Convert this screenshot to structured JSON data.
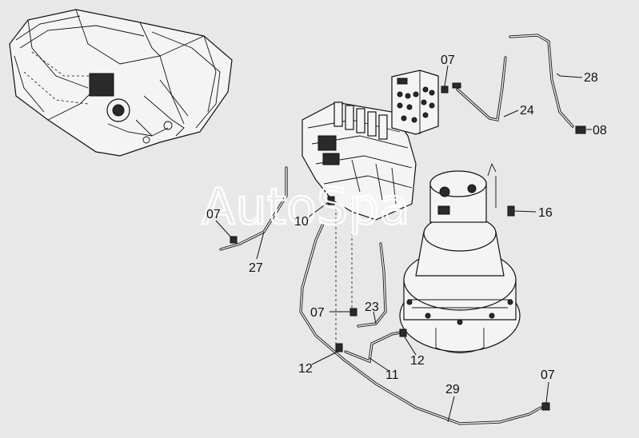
{
  "watermark": "AutoSpa",
  "callouts": {
    "c07_top": "07",
    "c28": "28",
    "c24": "24",
    "c08": "08",
    "c16": "16",
    "c07_left": "07",
    "c10": "10",
    "c27": "27",
    "c07_mid": "07",
    "c23": "23",
    "c12_left": "12",
    "c11": "11",
    "c12_right": "12",
    "c07_bottom": "07",
    "c29": "29"
  }
}
